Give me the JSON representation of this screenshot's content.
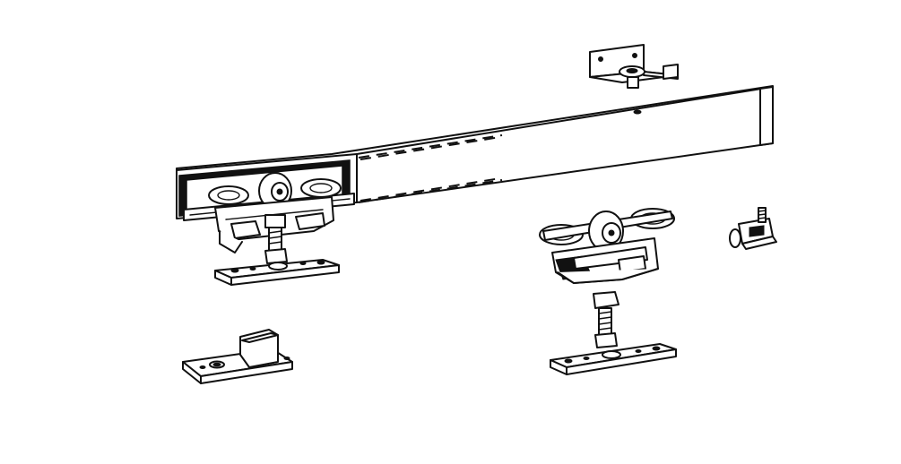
{
  "figure": {
    "kind": "exploded hardware drawing",
    "parts": [
      "track",
      "trolley-assembled",
      "trolley",
      "hanger-bolt",
      "hanger-plate",
      "door-bracket",
      "door-guide",
      "track-bracket"
    ],
    "line_color": "#111111",
    "background": "#ffffff"
  }
}
